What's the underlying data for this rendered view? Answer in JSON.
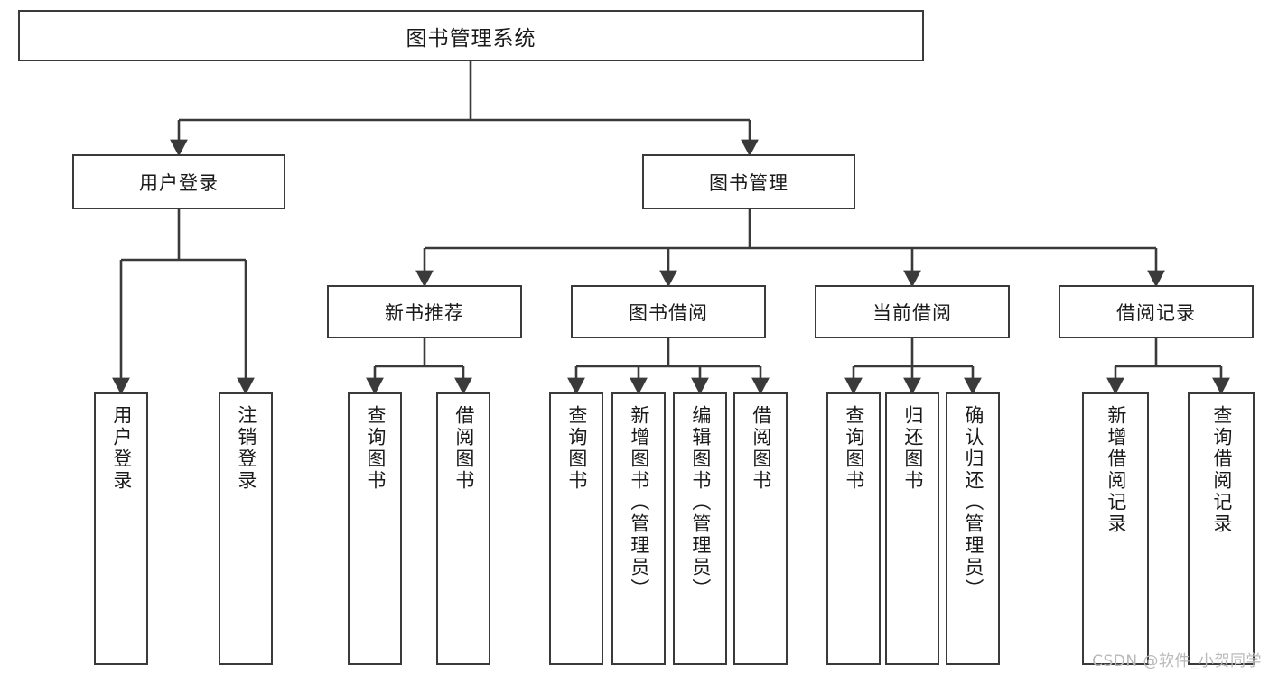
{
  "diagram": {
    "title": "图书管理系统",
    "type": "功能结构图",
    "stroke_color": "#3a3a3a",
    "background_color": "#ffffff",
    "text_color": "#1a1a1a"
  },
  "root": {
    "label": "图书管理系统"
  },
  "level2": [
    {
      "label": "用户登录"
    },
    {
      "label": "图书管理"
    }
  ],
  "level3": [
    {
      "label": "新书推荐"
    },
    {
      "label": "图书借阅"
    },
    {
      "label": "当前借阅"
    },
    {
      "label": "借阅记录"
    }
  ],
  "leaves": [
    {
      "label": "用户登录"
    },
    {
      "label": "注销登录"
    },
    {
      "label": "查询图书"
    },
    {
      "label": "借阅图书"
    },
    {
      "label": "查询图书"
    },
    {
      "label": "新增图书（管理员）"
    },
    {
      "label": "编辑图书（管理员）"
    },
    {
      "label": "借阅图书"
    },
    {
      "label": "查询图书"
    },
    {
      "label": "归还图书"
    },
    {
      "label": "确认归还（管理员）"
    },
    {
      "label": "新增借阅记录"
    },
    {
      "label": "查询借阅记录"
    }
  ],
  "watermark": {
    "text": "CSDN @软件_小贺同学"
  }
}
